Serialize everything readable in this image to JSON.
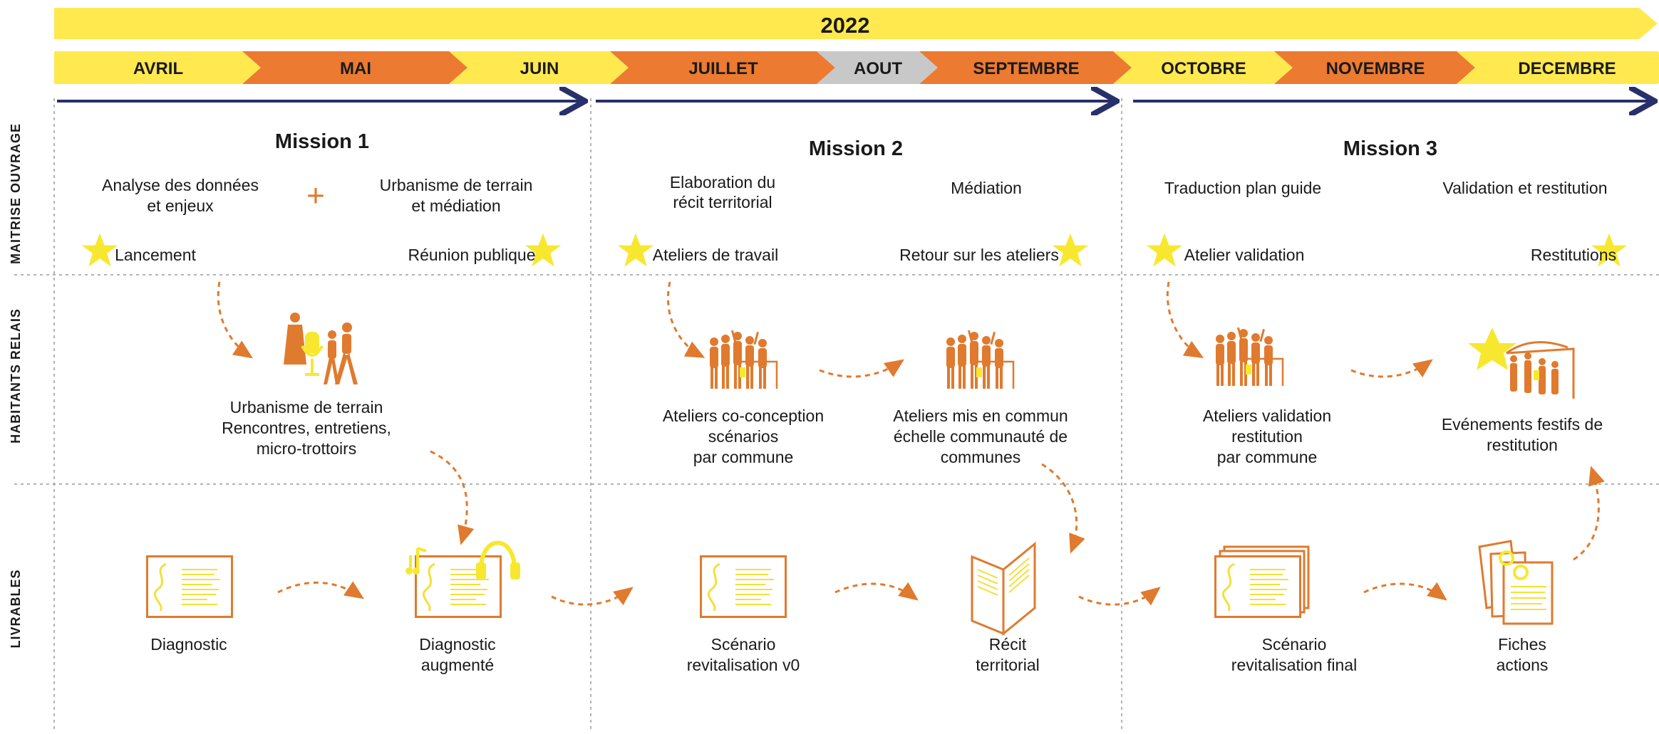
{
  "year": "2022",
  "months": [
    {
      "label": "AVRIL",
      "color": "#ffe94f"
    },
    {
      "label": "MAI",
      "color": "#ec7a31"
    },
    {
      "label": "JUIN",
      "color": "#ffe94f"
    },
    {
      "label": "JUILLET",
      "color": "#ec7a31"
    },
    {
      "label": "AOUT",
      "color": "#c8c8c8"
    },
    {
      "label": "SEPTEMBRE",
      "color": "#ec7a31"
    },
    {
      "label": "OCTOBRE",
      "color": "#ffe94f"
    },
    {
      "label": "NOVEMBRE",
      "color": "#ec7a31"
    },
    {
      "label": "DECEMBRE",
      "color": "#ffe94f"
    }
  ],
  "row_labels": {
    "maitrise": "MAITRISE OUVRAGE",
    "habitants": "HABITANTS RELAIS",
    "livrables": "LIVRABLES"
  },
  "missions": [
    {
      "title": "Mission 1",
      "phase_a": [
        "Analyse des données",
        "et enjeux"
      ],
      "plus": "+",
      "phase_b": [
        "Urbanisme de terrain",
        "et médiation"
      ],
      "event_a": "Lancement",
      "event_b": "Réunion publique",
      "activity_a": [
        "Urbanisme de terrain",
        "Rencontres, entretiens,",
        "micro-trottoirs"
      ],
      "deliverable_a": [
        "Diagnostic"
      ],
      "deliverable_b": [
        "Diagnostic",
        "augmenté"
      ]
    },
    {
      "title": "Mission 2",
      "phase_a": [
        "Elaboration du",
        "récit territorial"
      ],
      "phase_b": [
        "Médiation"
      ],
      "event_a": "Ateliers de travail",
      "event_b": "Retour sur les ateliers",
      "activity_a": [
        "Ateliers co-conception",
        "scénarios",
        "par commune"
      ],
      "activity_b": [
        "Ateliers mis en commun",
        "échelle communauté de",
        "communes"
      ],
      "deliverable_a": [
        "Scénario",
        "revitalisation v0"
      ],
      "deliverable_b": [
        "Récit",
        "territorial"
      ]
    },
    {
      "title": "Mission 3",
      "phase_a": [
        "Traduction plan guide"
      ],
      "phase_b": [
        "Validation et restitution"
      ],
      "event_a": "Atelier validation",
      "event_b": "Restitutions",
      "activity_a": [
        "Ateliers validation",
        "restitution",
        "par commune"
      ],
      "activity_b": [
        "Evénements festifs de",
        "restitution"
      ],
      "deliverable_a": [
        "Scénario",
        "revitalisation final"
      ],
      "deliverable_b": [
        "Fiches",
        "actions"
      ]
    }
  ],
  "colors": {
    "yellow": "#ffe94f",
    "orange": "#ec7a31",
    "grey": "#c8c8c8",
    "navy": "#27306b",
    "star": "#f7e82f",
    "figure": "#e07a2e"
  },
  "icons": [
    "star-icon",
    "people-icon",
    "document-icon",
    "headphones-icon",
    "booklet-icon",
    "sheets-icon"
  ]
}
